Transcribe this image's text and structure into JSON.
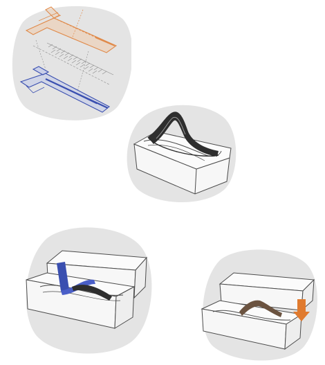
{
  "figure": {
    "panels": [
      {
        "name": "exploded-layer-sketch"
      },
      {
        "name": "molded-tray-sketch"
      },
      {
        "name": "split-mold-insertion-sketch"
      },
      {
        "name": "mold-press-down-sketch"
      }
    ]
  },
  "colors": {
    "blob": "#e4e4e4",
    "line": "#4a4a4a",
    "orange": "#e08a4a",
    "blue": "#3a4fb0",
    "dark": "#2e2e2e",
    "brown": "#6b5340",
    "arrow": "#e07a2e"
  },
  "icons": [
    "press-down-arrow-icon"
  ]
}
